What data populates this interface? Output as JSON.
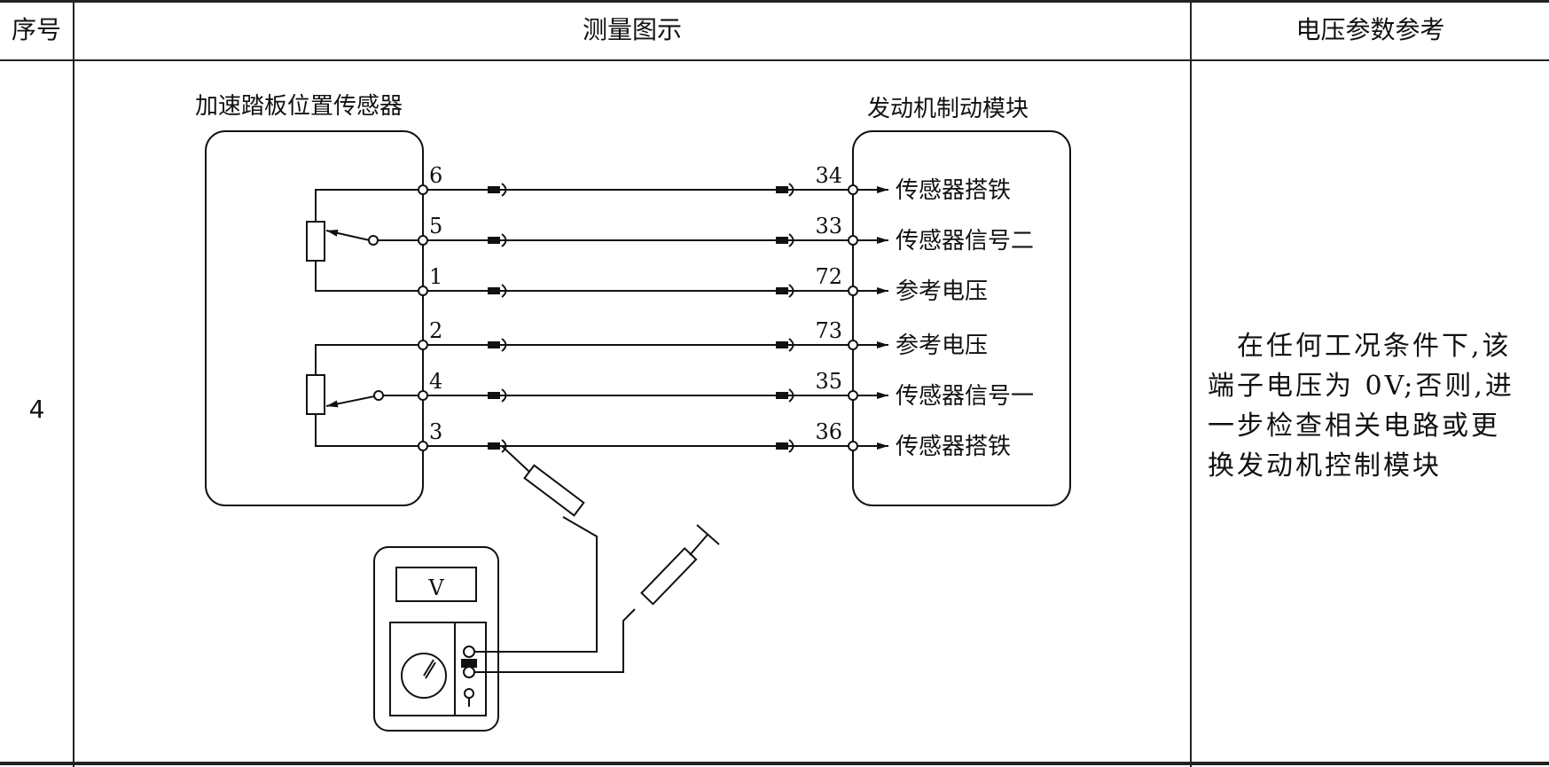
{
  "table": {
    "headers": {
      "seq": "序号",
      "diagram": "测量图示",
      "reference": "电压参数参考"
    },
    "rows": [
      {
        "seq": "4",
        "reference_lines": [
          "　在任何工况条件下,该",
          "端子电压为 0V;否则,进",
          "一步检查相关电路或更",
          "换发动机控制模块"
        ]
      }
    ]
  },
  "diagram": {
    "sensor_title": "加速踏板位置传感器",
    "module_title": "发动机制动模块",
    "meter_display": "V",
    "wires": [
      {
        "sensor_pin": "6",
        "module_pin": "34",
        "signal": "传感器搭铁"
      },
      {
        "sensor_pin": "5",
        "module_pin": "33",
        "signal": "传感器信号二"
      },
      {
        "sensor_pin": "1",
        "module_pin": "72",
        "signal": "参考电压"
      },
      {
        "sensor_pin": "2",
        "module_pin": "73",
        "signal": "参考电压"
      },
      {
        "sensor_pin": "4",
        "module_pin": "35",
        "signal": "传感器信号一"
      },
      {
        "sensor_pin": "3",
        "module_pin": "36",
        "signal": "传感器搭铁"
      }
    ]
  }
}
